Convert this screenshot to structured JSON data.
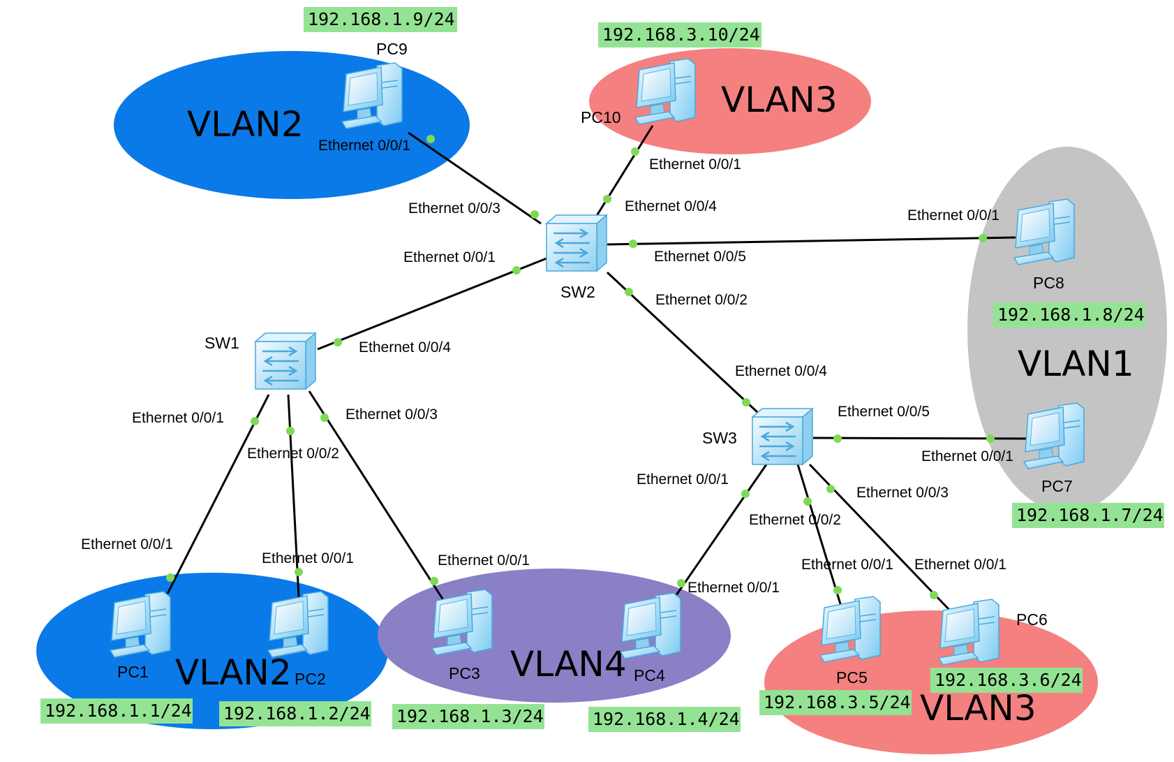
{
  "colors": {
    "vlan_blue": "#0a7ae8",
    "vlan_red": "#f48080",
    "vlan_gray": "#c4c4c4",
    "vlan_purple": "#8a80c6",
    "link": "#000000",
    "port_dot": "#7ed957",
    "ip_bg": "#94e394"
  },
  "vlans": [
    {
      "label": "VLAN2"
    },
    {
      "label": "VLAN3"
    },
    {
      "label": "VLAN1"
    },
    {
      "label": "VLAN2"
    },
    {
      "label": "VLAN4"
    },
    {
      "label": "VLAN3"
    }
  ],
  "switches": [
    {
      "label": "SW1",
      "icon": "switch-icon"
    },
    {
      "label": "SW2",
      "icon": "switch-icon"
    },
    {
      "label": "SW3",
      "icon": "switch-icon"
    }
  ],
  "pcs": [
    {
      "label": "PC1",
      "ip": "192.168.1.1/24",
      "icon": "pc-icon"
    },
    {
      "label": "PC2",
      "ip": "192.168.1.2/24",
      "icon": "pc-icon"
    },
    {
      "label": "PC3",
      "ip": "192.168.1.3/24",
      "icon": "pc-icon"
    },
    {
      "label": "PC4",
      "ip": "192.168.1.4/24",
      "icon": "pc-icon"
    },
    {
      "label": "PC5",
      "ip": "192.168.3.5/24",
      "icon": "pc-icon"
    },
    {
      "label": "PC6",
      "ip": "192.168.3.6/24",
      "icon": "pc-icon"
    },
    {
      "label": "PC7",
      "ip": "192.168.1.7/24",
      "icon": "pc-icon"
    },
    {
      "label": "PC8",
      "ip": "192.168.1.8/24",
      "icon": "pc-icon"
    },
    {
      "label": "PC9",
      "ip": "192.168.1.9/24",
      "icon": "pc-icon"
    },
    {
      "label": "PC10",
      "ip": "192.168.3.10/24",
      "icon": "pc-icon"
    }
  ],
  "links": [
    {
      "from": "SW2",
      "to": "PC9",
      "port_a": "Ethernet 0/0/3",
      "port_b": "Ethernet 0/0/1"
    },
    {
      "from": "SW2",
      "to": "PC10",
      "port_a": "Ethernet 0/0/4",
      "port_b": "Ethernet 0/0/1"
    },
    {
      "from": "SW2",
      "to": "PC8",
      "port_a": "Ethernet 0/0/5",
      "port_b": "Ethernet 0/0/1"
    },
    {
      "from": "SW2",
      "to": "SW1",
      "port_a": "Ethernet 0/0/1",
      "port_b": "Ethernet 0/0/4"
    },
    {
      "from": "SW2",
      "to": "SW3",
      "port_a": "Ethernet 0/0/2",
      "port_b": "Ethernet 0/0/4"
    },
    {
      "from": "SW1",
      "to": "PC1",
      "port_a": "Ethernet 0/0/1",
      "port_b": "Ethernet 0/0/1"
    },
    {
      "from": "SW1",
      "to": "PC2",
      "port_a": "Ethernet 0/0/2",
      "port_b": "Ethernet 0/0/1"
    },
    {
      "from": "SW1",
      "to": "PC3",
      "port_a": "Ethernet 0/0/3",
      "port_b": "Ethernet 0/0/1"
    },
    {
      "from": "SW3",
      "to": "PC7",
      "port_a": "Ethernet 0/0/5",
      "port_b": "Ethernet 0/0/1"
    },
    {
      "from": "SW3",
      "to": "PC4",
      "port_a": "Ethernet 0/0/1",
      "port_b": "Ethernet 0/0/1"
    },
    {
      "from": "SW3",
      "to": "PC5",
      "port_a": "Ethernet 0/0/2",
      "port_b": "Ethernet 0/0/1"
    },
    {
      "from": "SW3",
      "to": "PC6",
      "port_a": "Ethernet 0/0/3",
      "port_b": "Ethernet 0/0/1"
    }
  ]
}
